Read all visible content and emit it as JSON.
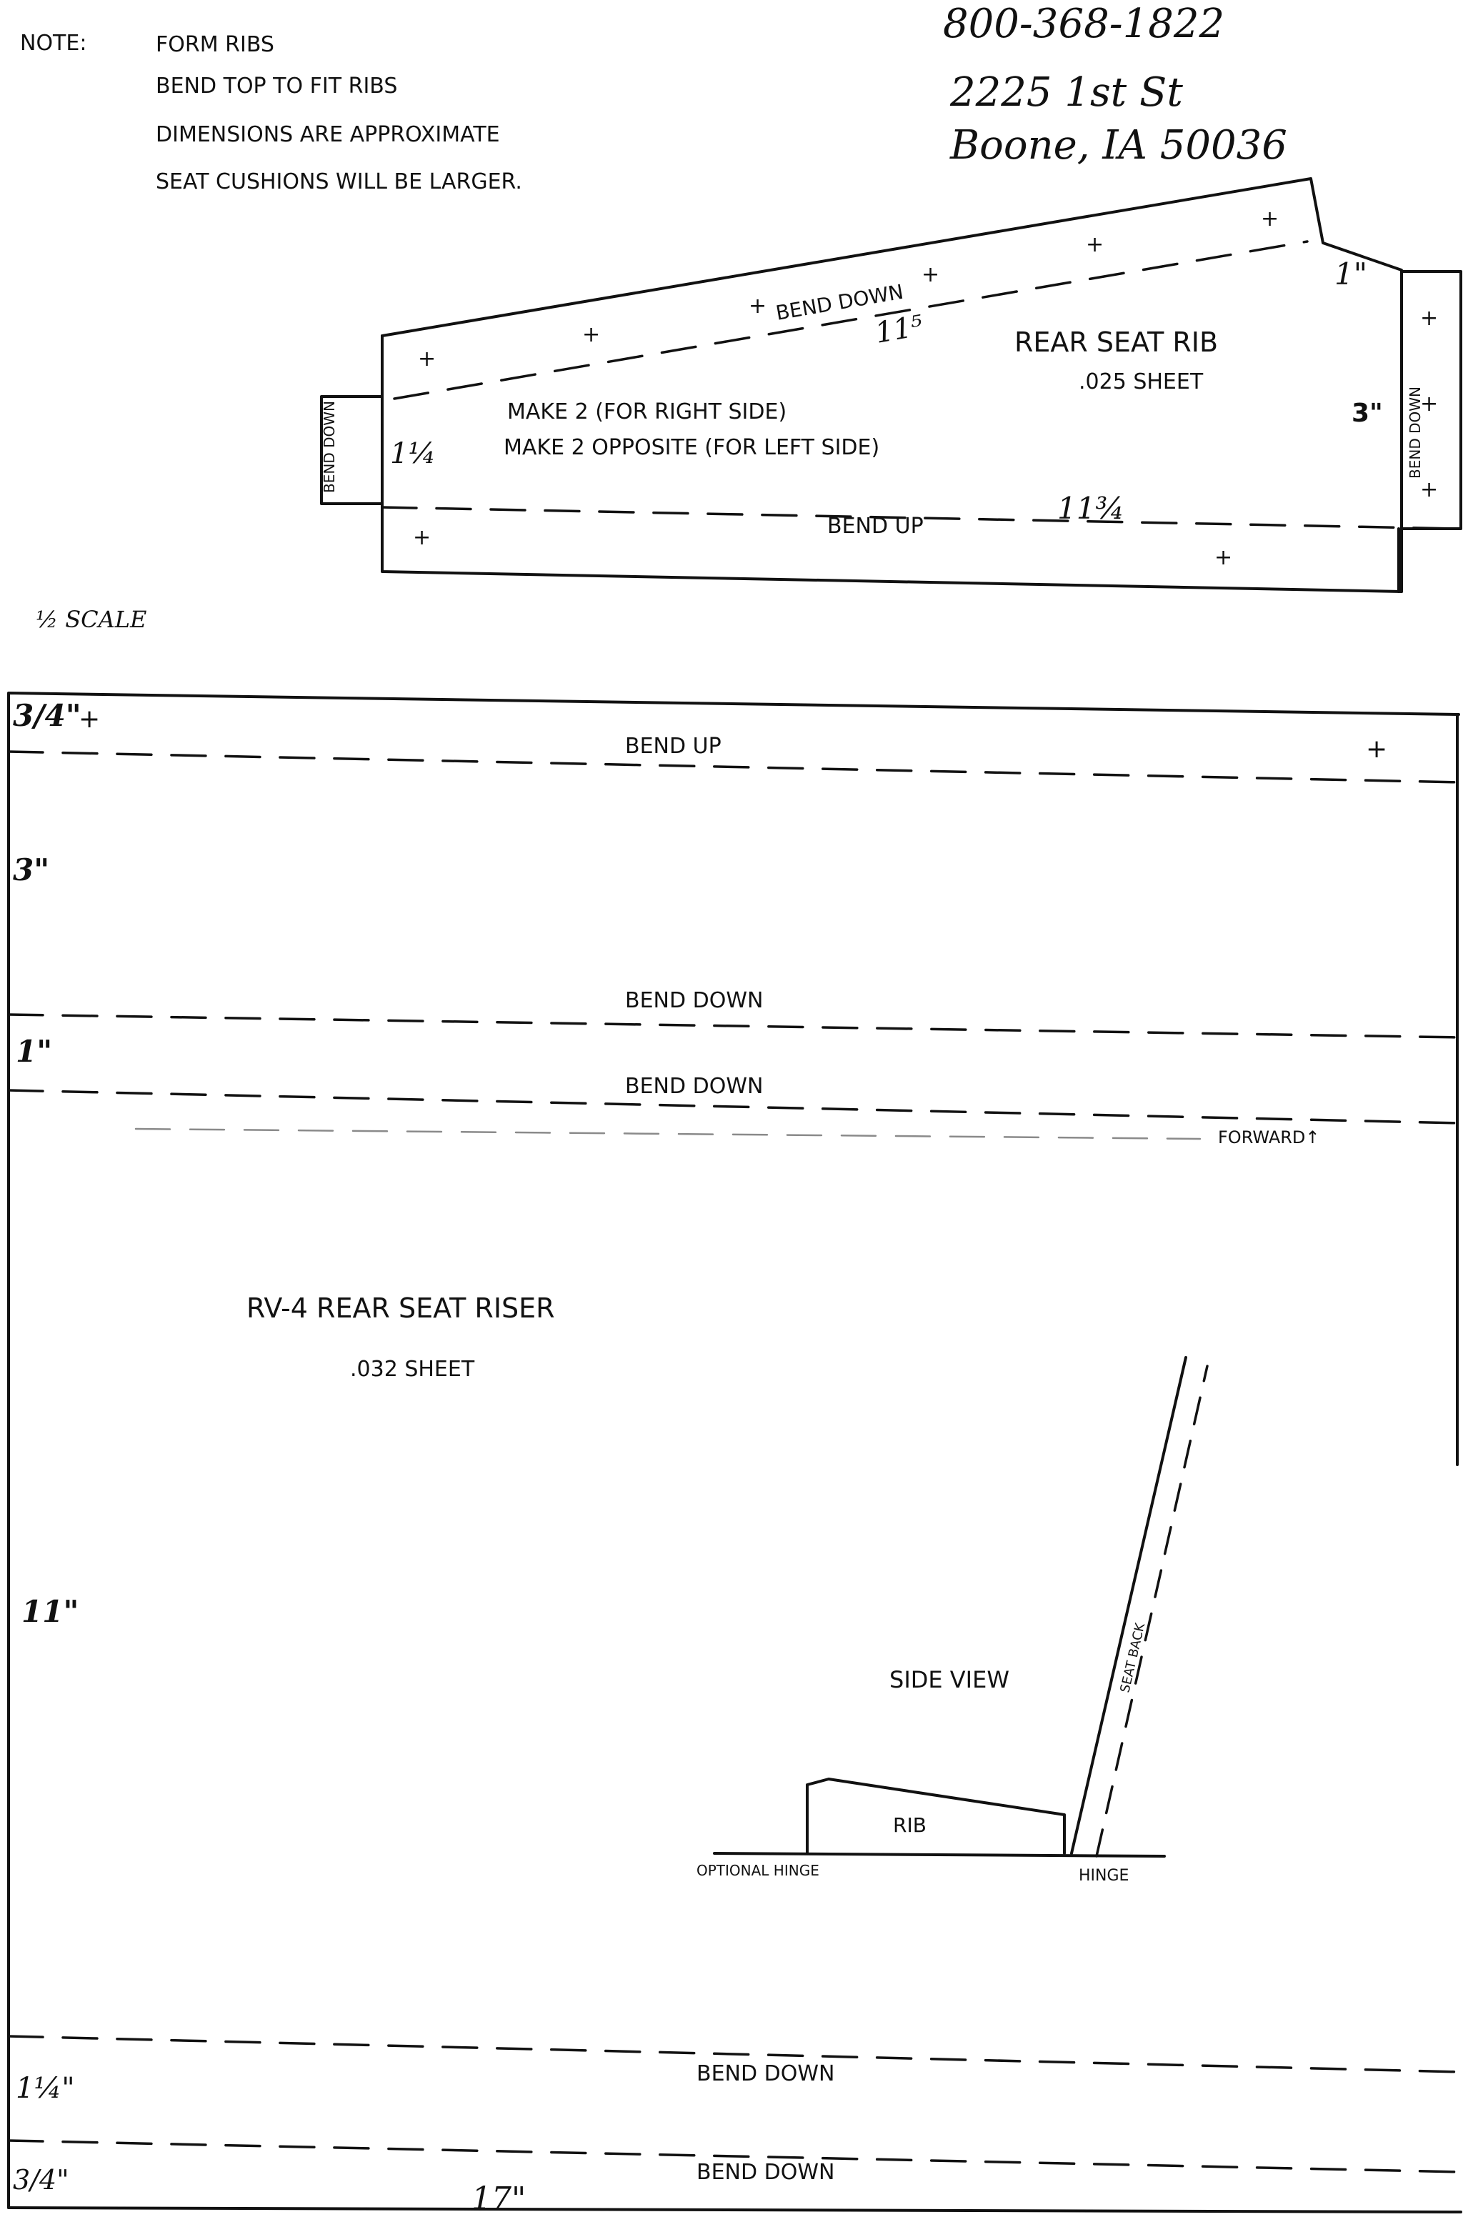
{
  "notes": {
    "label": "NOTE:",
    "lines": [
      "FORM RIBS",
      "BEND TOP TO FIT RIBS",
      "DIMENSIONS ARE APPROXIMATE",
      "SEAT CUSHIONS WILL BE LARGER."
    ]
  },
  "contact": {
    "phone": "800-368-1822",
    "street": "2225 1st St",
    "city": "Boone, IA 50036"
  },
  "rib": {
    "title": "REAR SEAT RIB",
    "material": ".025 SHEET",
    "make_right": "MAKE 2 (FOR RIGHT SIDE)",
    "make_left": "MAKE 2 OPPOSITE (FOR LEFT SIDE)",
    "bend_top": "BEND DOWN",
    "bend_bottom": "BEND UP",
    "bend_left": "BEND DOWN",
    "bend_right": "BEND DOWN",
    "dim_top": "11⁵",
    "dim_bottom": "11¾",
    "dim_left": "1¼",
    "dim_right": "3\"",
    "dim_corner": "1\""
  },
  "scale": "½ SCALE",
  "riser": {
    "title": "RV-4 REAR SEAT RISER",
    "material": ".032 SHEET",
    "forward": "FORWARD↑",
    "bends": [
      "BEND UP",
      "BEND DOWN",
      "BEND DOWN",
      "BEND DOWN",
      "BEND DOWN"
    ],
    "dims": [
      "3/4\"",
      "3\"",
      "1\"",
      "11\"",
      "1¼\"",
      "3/4\""
    ],
    "width": "17\"",
    "side_view": {
      "title": "SIDE VIEW",
      "rib": "RIB",
      "seat_back": "SEAT BACK",
      "optional_hinge": "OPTIONAL HINGE",
      "hinge": "HINGE"
    }
  }
}
